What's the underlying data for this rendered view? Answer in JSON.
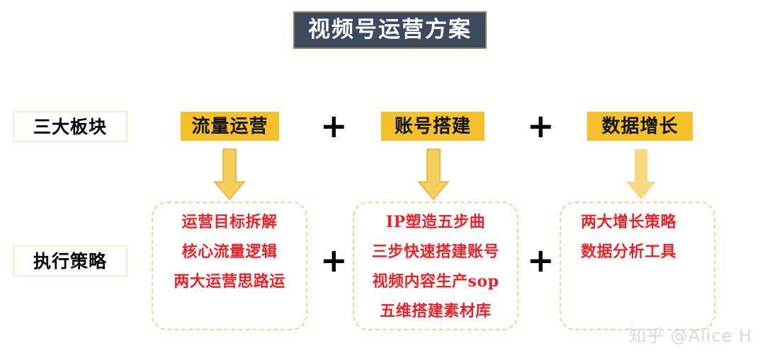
{
  "title": {
    "text": "视频号运营方案",
    "background_color": "#3d4a5e",
    "border_color": "#8b8159",
    "text_color": "#ffffff"
  },
  "row_labels": {
    "sections": "三大板块",
    "strategy": "执行策略"
  },
  "operators": {
    "plus": "+"
  },
  "accent_colors": {
    "gold": "#f5c02a",
    "arrow": "#f2ce5a",
    "strategy_text": "#e8242a",
    "label_border": "#f3ecd2",
    "strategy_border": "#e8d79a"
  },
  "pillars": [
    {
      "label": "流量运营",
      "arrow": "arrow-down",
      "strategies": [
        "运营目标拆解",
        "核心流量逻辑",
        "两大运营思路运"
      ]
    },
    {
      "label": "账号搭建",
      "arrow": "arrow-down",
      "strategies": [
        "IP塑造五步曲",
        "三步快速搭建账号",
        "视频内容生产sop",
        "五维搭建素材库"
      ]
    },
    {
      "label": "数据增长",
      "arrow": "arrow-down",
      "strategies": [
        "两大增长策略",
        "数据分析工具"
      ]
    }
  ],
  "watermark": "知乎 @Alice H"
}
